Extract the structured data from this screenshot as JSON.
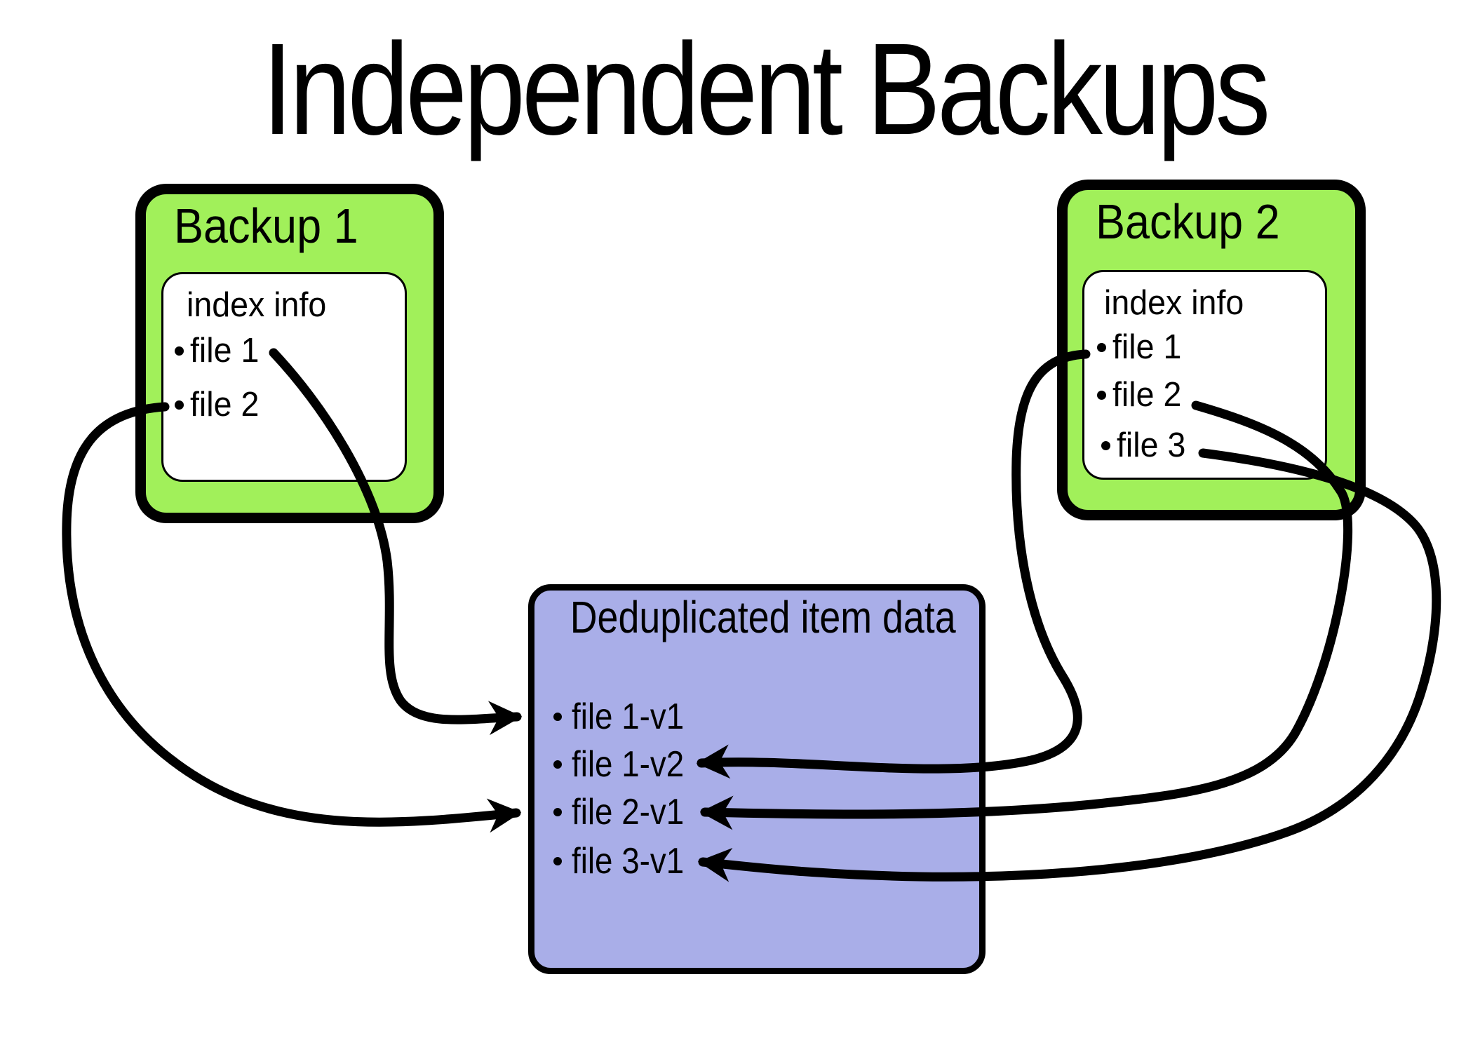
{
  "title": "Independent Backups",
  "colors": {
    "line-color": "#000000",
    "backup-fill": "#a1f05a",
    "dedup-fill": "#a9aee8",
    "paper-fill": "#ffffff",
    "page-bg": "#ffffff"
  },
  "backup1": {
    "label": "Backup 1",
    "index_title": "index info",
    "files": [
      "file 1",
      "file 2"
    ]
  },
  "backup2": {
    "label": "Backup 2",
    "index_title": "index info",
    "files": [
      "file 1",
      "file 2",
      "file 3"
    ]
  },
  "dedup": {
    "label": "Deduplicated item data",
    "items": [
      "file 1-v1",
      "file 1-v2",
      "file 2-v1",
      "file 3-v1"
    ]
  },
  "edges": [
    {
      "from": "Backup 1 / file 1",
      "to": "file 1-v1"
    },
    {
      "from": "Backup 1 / file 2",
      "to": "file 2-v1"
    },
    {
      "from": "Backup 2 / file 1",
      "to": "file 1-v2"
    },
    {
      "from": "Backup 2 / file 2",
      "to": "file 2-v1"
    },
    {
      "from": "Backup 2 / file 3",
      "to": "file 3-v1"
    }
  ]
}
